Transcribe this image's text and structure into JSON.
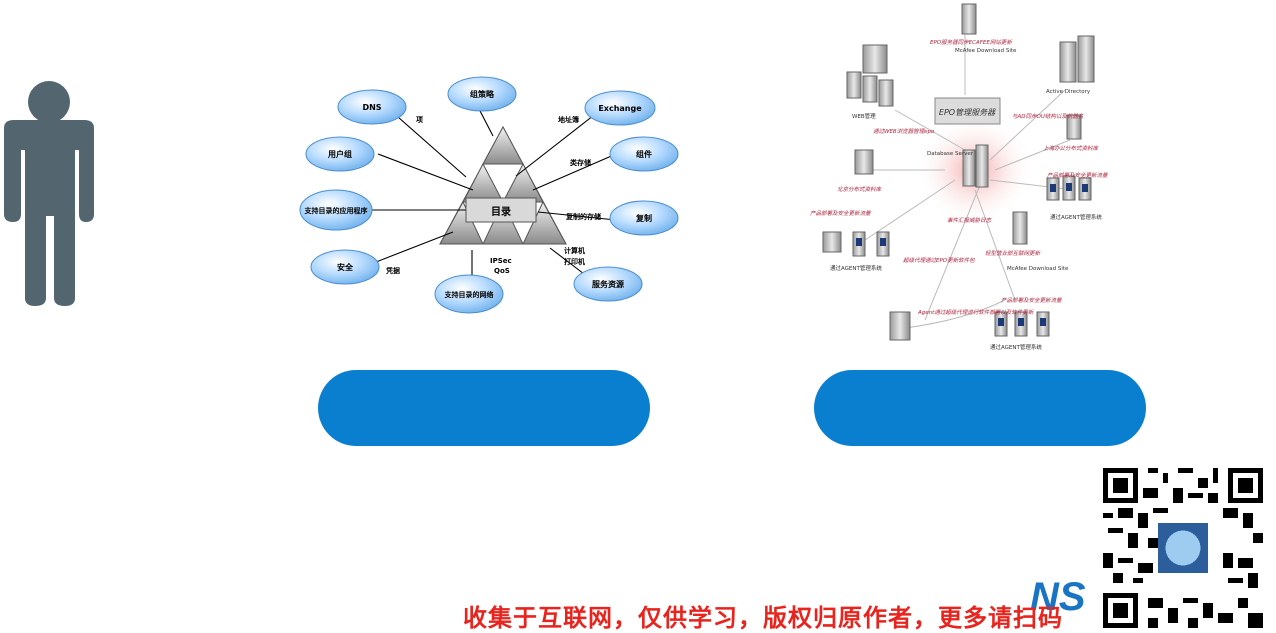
{
  "left_diagram": {
    "center": "目录",
    "nodes": [
      "DNS",
      "组策略",
      "Exchange",
      "用户组",
      "组件",
      "支持目录的应用程序",
      "复制",
      "安全",
      "支持目录的网络",
      "服务资源"
    ],
    "labels": [
      "项",
      "地址簿",
      "类存储",
      "复制的存储",
      "计算机",
      "打印机",
      "IPSec",
      "QoS",
      "凭据"
    ]
  },
  "right_diagram": {
    "top_server": "EPO服务器同步ECAFEE网站更新",
    "mcafee_download_site": "McAfee\nDownload\nSite",
    "epo_server": "EPO管理服务器",
    "active_directory": "Active Directory",
    "web_mgmt": "WEB管理",
    "web_via": "通过WEB浏览器管理epo",
    "db_server": "Database\nServer",
    "ad_sync": "与AD同步OU结构以及机器名",
    "shanghai": "上海办公分布式资料库",
    "beijing": "北京分布式资料库",
    "product_deploy_1": "产品部署及安全更新流量",
    "product_deploy_2": "产品部署及安全更新流量",
    "product_deploy_3": "产品部署及安全更新流量",
    "agent_mgmt_1": "通过AGENT管理系统",
    "agent_mgmt_2": "通过AGENT管理系统",
    "agent_mgmt_3": "通过AGENT管理系统",
    "events": "事件汇报威胁日志",
    "proxy": "超级代理通过EPO更新软件包",
    "lightweight": "轻型营业部互联网更新",
    "agent_proxy": "Agent通过超级代理进行软件部署以及软件更新"
  },
  "pills": {
    "left": "",
    "right": ""
  },
  "watermark": {
    "text": "收集于互联网，仅供学习，版权归原作者，更多请扫码",
    "logo": "NS"
  },
  "colors": {
    "pill": "#0a7fd0",
    "person": "#53656f",
    "node_fill": "#9ccaf4",
    "watermark": "#e8241e"
  }
}
